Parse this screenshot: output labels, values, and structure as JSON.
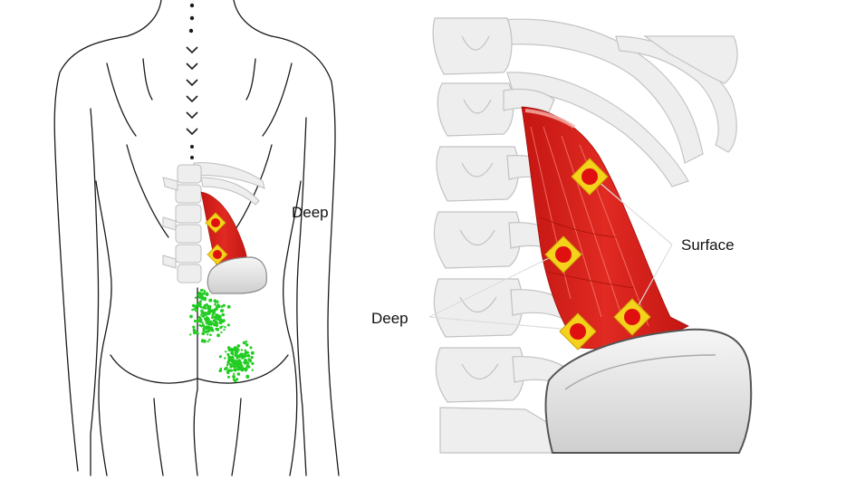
{
  "labels": {
    "deep_left": "Deep",
    "deep_right": "Deep",
    "surface": "Surface"
  },
  "colors": {
    "muscle": "#d8201c",
    "muscle_light": "#ef6a5f",
    "trigger_point_outer": "#f5d21b",
    "trigger_point_inner": "#e01010",
    "referred_pain": "#22cc22",
    "bone": "#ececec",
    "bone_outline": "#bdbdbd",
    "outline": "#1a1a1a"
  },
  "icons": {
    "trigger_point": "diamond-target-icon",
    "referred_pain": "dot-cluster"
  }
}
